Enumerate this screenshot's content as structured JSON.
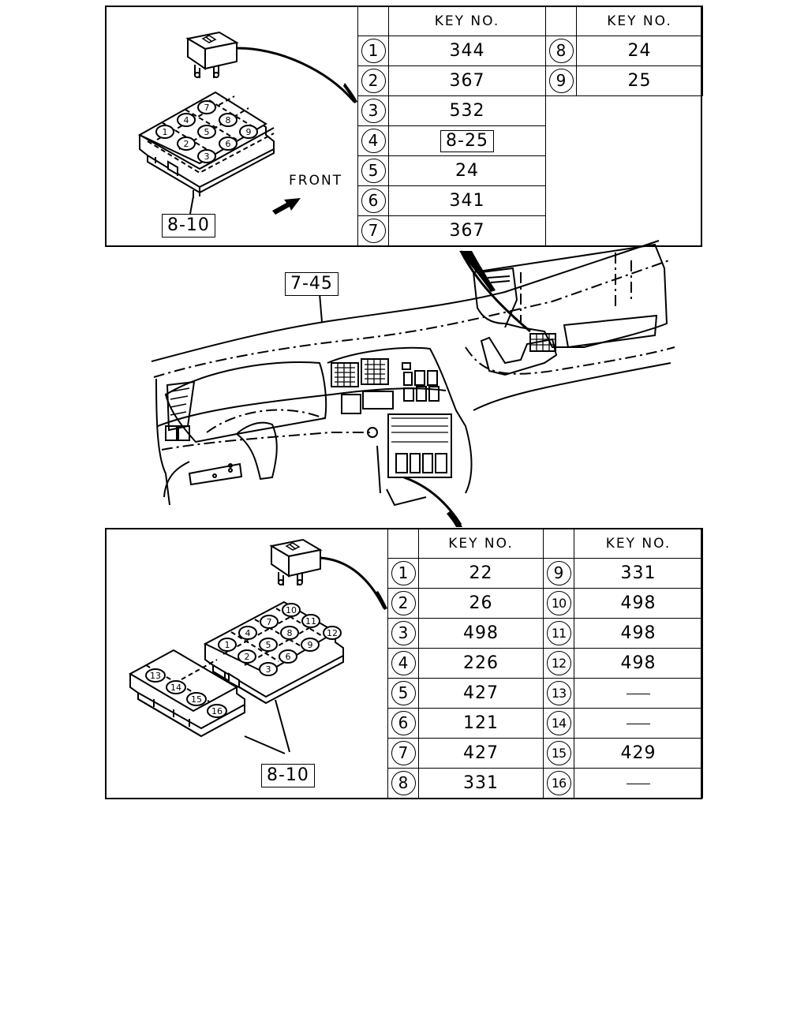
{
  "top_panel": {
    "header_left": "KEY NO.",
    "header_right": "KEY NO.",
    "left_rows": [
      {
        "num": "1",
        "val": "344",
        "boxed": false
      },
      {
        "num": "2",
        "val": "367",
        "boxed": false
      },
      {
        "num": "3",
        "val": "532",
        "boxed": false
      },
      {
        "num": "4",
        "val": "8-25",
        "boxed": true
      },
      {
        "num": "5",
        "val": "24",
        "boxed": false
      },
      {
        "num": "6",
        "val": "341",
        "boxed": false
      },
      {
        "num": "7",
        "val": "367",
        "boxed": false
      }
    ],
    "right_rows": [
      {
        "num": "8",
        "val": "24"
      },
      {
        "num": "9",
        "val": "25"
      }
    ],
    "ref_label": "8-10",
    "front_label": "FRONT"
  },
  "dash_label": "7-45",
  "bottom_panel": {
    "header_left": "KEY NO.",
    "header_right": "KEY NO.",
    "rows": [
      {
        "ln": "1",
        "lv": "22",
        "rn": "9",
        "rv": "331"
      },
      {
        "ln": "2",
        "lv": "26",
        "rn": "10",
        "rv": "498"
      },
      {
        "ln": "3",
        "lv": "498",
        "rn": "11",
        "rv": "498"
      },
      {
        "ln": "4",
        "lv": "226",
        "rn": "12",
        "rv": "498"
      },
      {
        "ln": "5",
        "lv": "427",
        "rn": "13",
        "rv": ""
      },
      {
        "ln": "6",
        "lv": "121",
        "rn": "14",
        "rv": ""
      },
      {
        "ln": "7",
        "lv": "427",
        "rn": "15",
        "rv": "429"
      },
      {
        "ln": "8",
        "lv": "331",
        "rn": "16",
        "rv": ""
      }
    ],
    "ref_label": "8-10"
  }
}
